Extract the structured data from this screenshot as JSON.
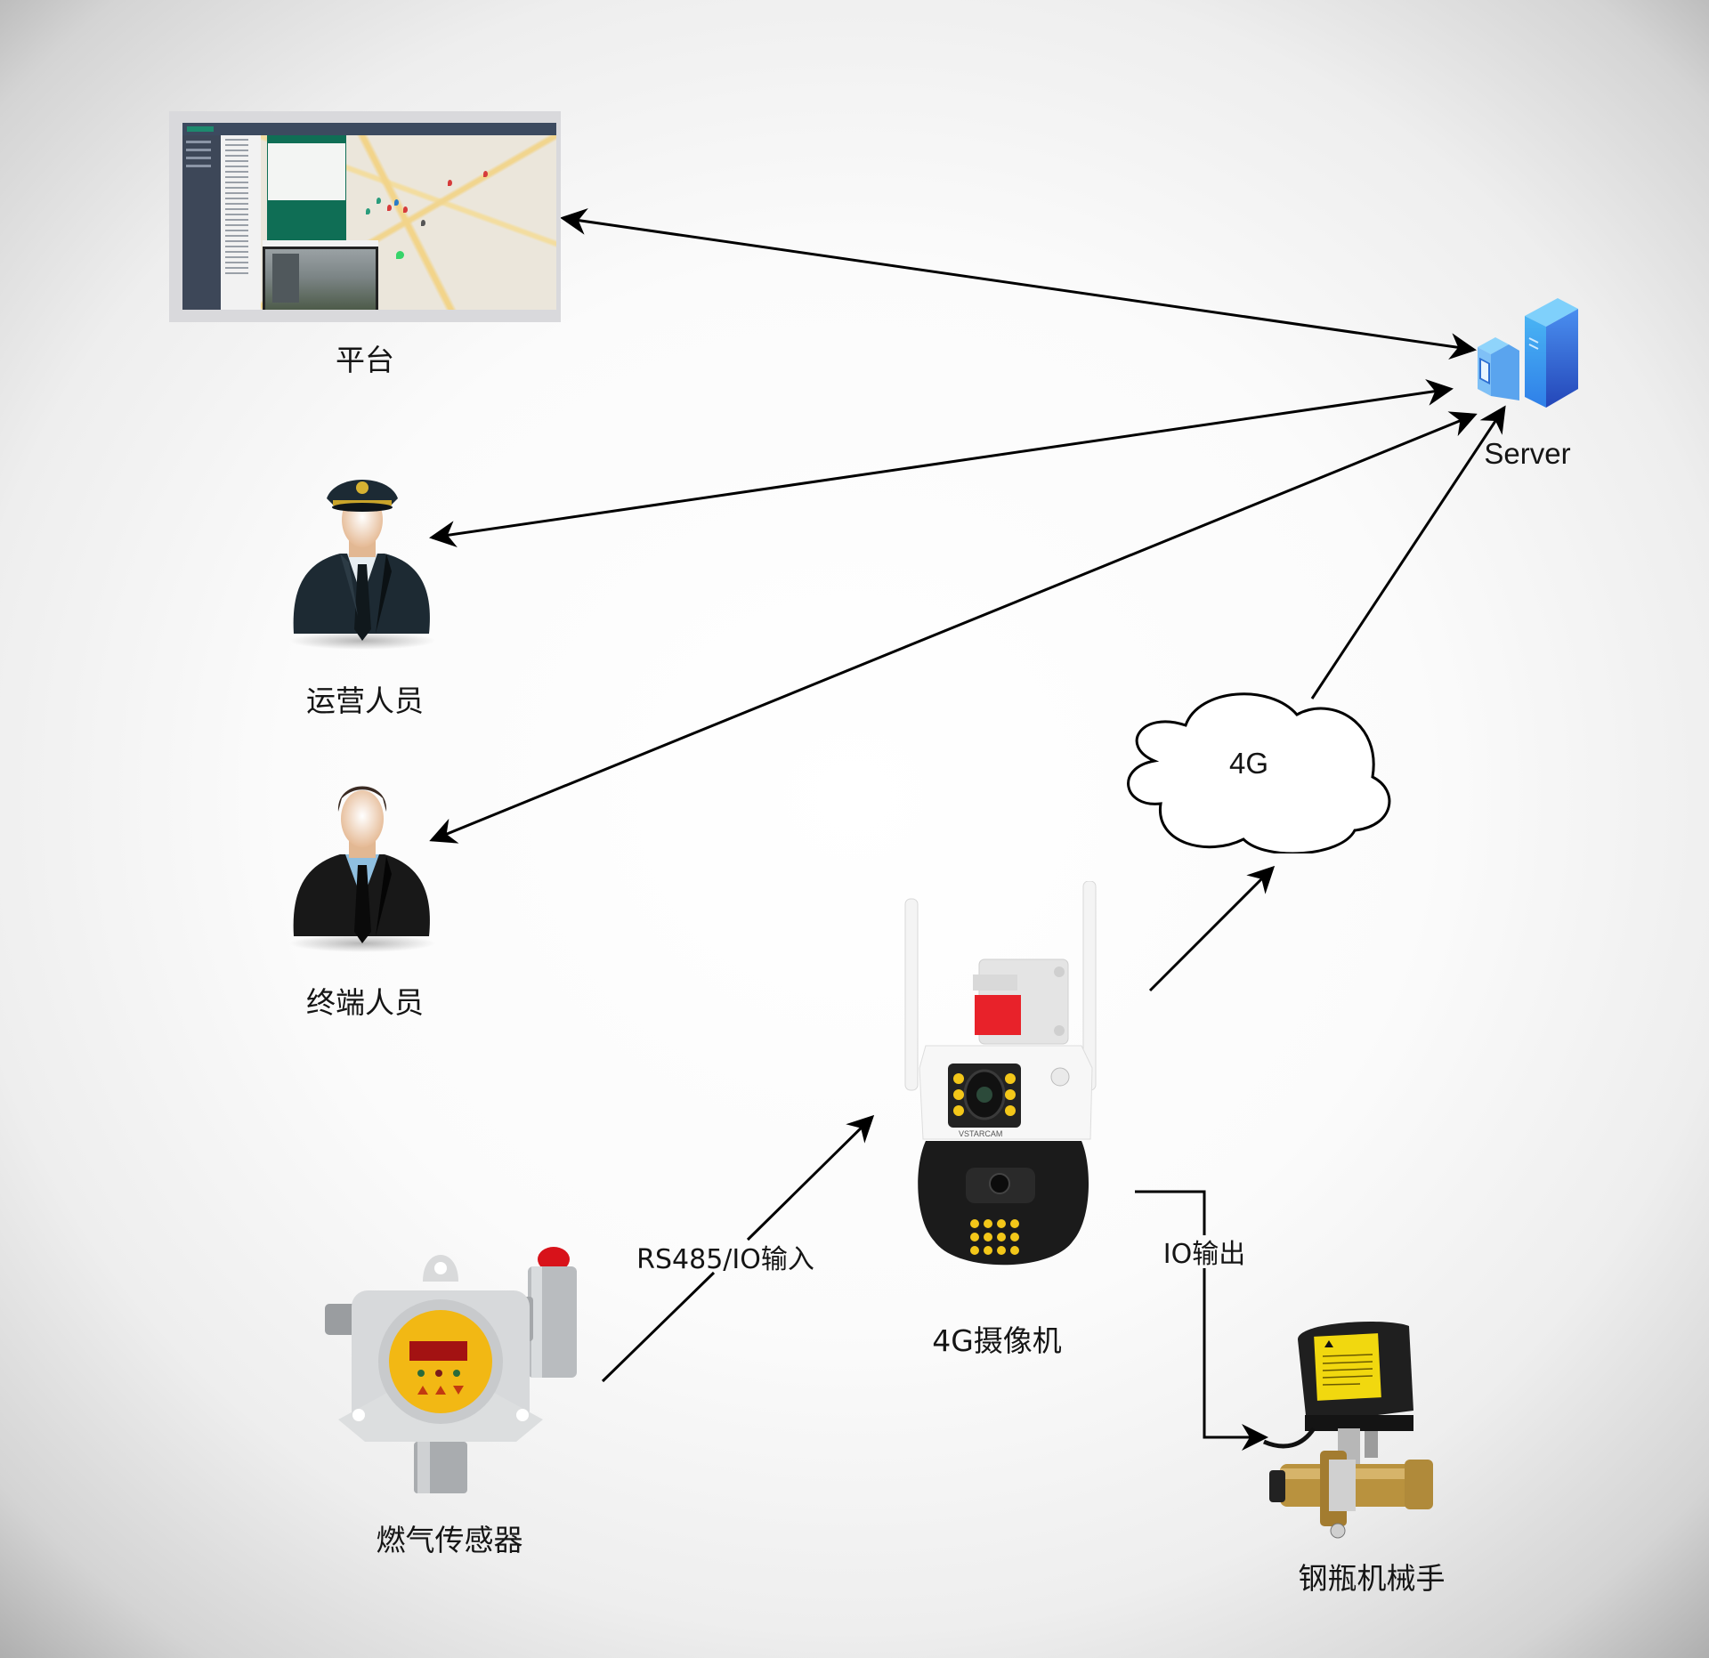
{
  "diagram": {
    "title": "4G gas alarm system topology",
    "nodes": {
      "platform": {
        "label": "平台",
        "icon": "platform-screenshot"
      },
      "server": {
        "label": "Server",
        "icon": "server-icon"
      },
      "operator": {
        "label": "运营人员",
        "icon": "operator-person-icon"
      },
      "terminal_user": {
        "label": "终端人员",
        "icon": "terminal-person-icon"
      },
      "network": {
        "label": "4G",
        "icon": "cloud-icon"
      },
      "camera": {
        "label": "4G摄像机",
        "icon": "camera-icon",
        "brand": "VSTARCAM"
      },
      "gas_sensor": {
        "label": "燃气传感器",
        "icon": "gas-sensor-icon"
      },
      "valve_manipulator": {
        "label": "钢瓶机械手",
        "icon": "valve-manipulator-icon"
      }
    },
    "edges": [
      {
        "from": "server",
        "to": "platform",
        "direction": "bidirectional",
        "label": ""
      },
      {
        "from": "server",
        "to": "operator",
        "direction": "bidirectional",
        "label": ""
      },
      {
        "from": "server",
        "to": "terminal_user",
        "direction": "bidirectional",
        "label": ""
      },
      {
        "from": "network",
        "to": "server",
        "direction": "forward",
        "label": ""
      },
      {
        "from": "camera",
        "to": "network",
        "direction": "forward",
        "label": ""
      },
      {
        "from": "gas_sensor",
        "to": "camera",
        "direction": "forward",
        "label": "RS485/IO输入"
      },
      {
        "from": "camera",
        "to": "valve_manipulator",
        "direction": "forward",
        "label": "IO输出"
      }
    ]
  }
}
